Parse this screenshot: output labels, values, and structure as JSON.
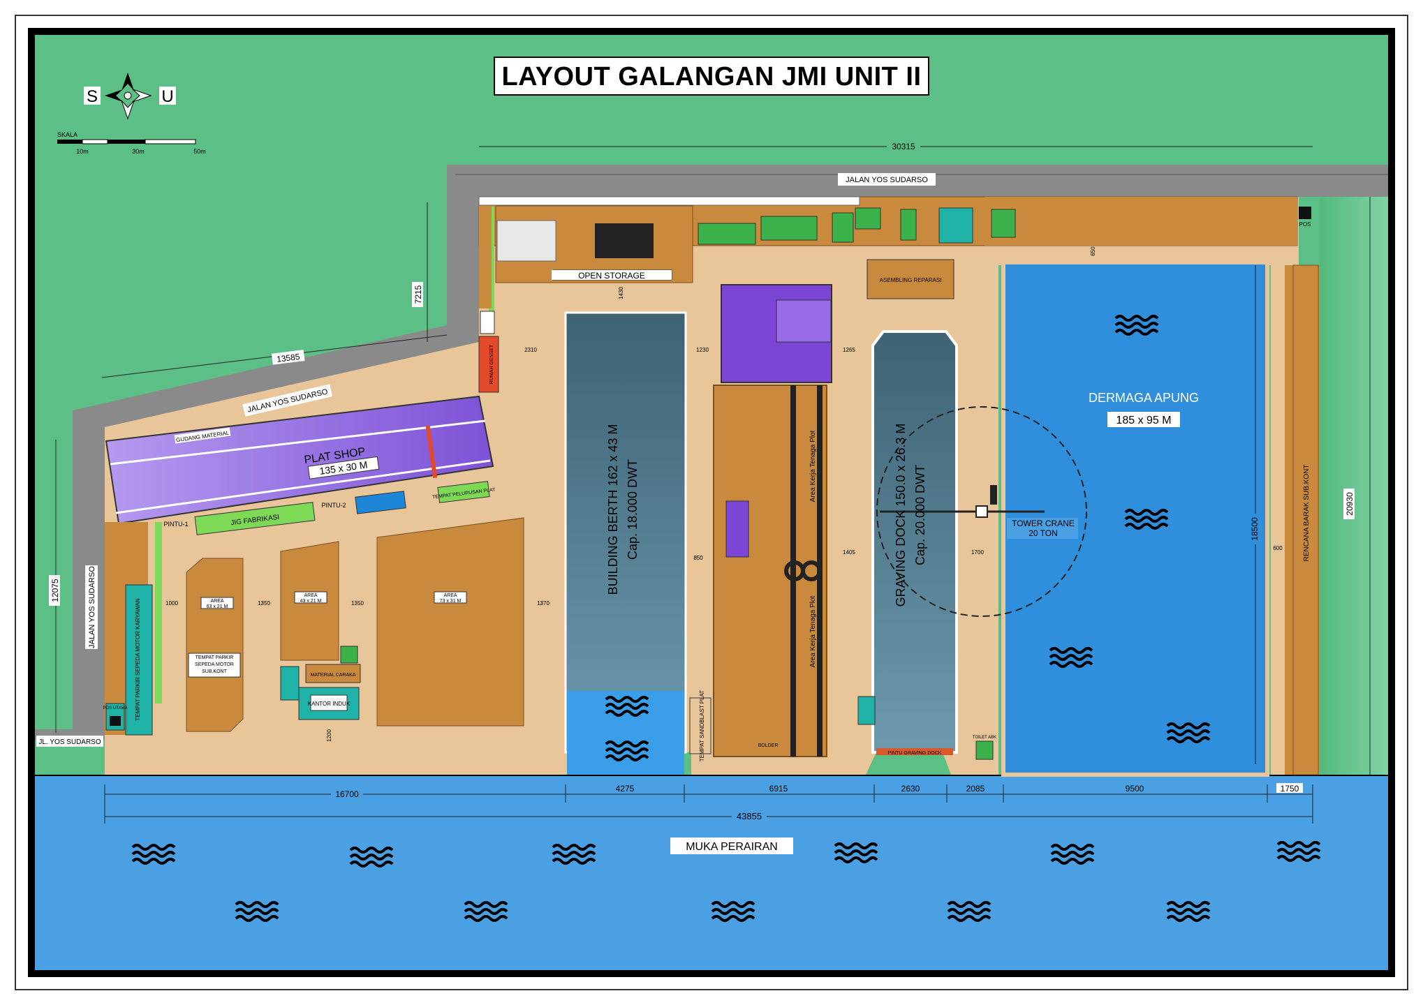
{
  "title": "LAYOUT  GALANGAN JMI UNIT II",
  "compass": {
    "left": "S",
    "right": "U"
  },
  "scale": {
    "label": "SKALA",
    "ticks": [
      "10m",
      "30m",
      "50m"
    ]
  },
  "roads": {
    "top": "JALAN YOS SUDARSO",
    "diagonal": "JALAN YOS SUDARSO",
    "left": "JALAN YOS SUDARSO",
    "bottom_left": "JL. YOS SUDARSO"
  },
  "buildings": {
    "plat_shop": {
      "name": "PLAT SHOP",
      "size": "135 x 30 M"
    },
    "gudang_material": "GUDANG MATERIAL",
    "jig_fabrikasi": "JIG FABRIKASI",
    "tempat_pelurusan_plat": "TEMPAT PELURUSAN PLAT",
    "open_storage": "OPEN  STORAGE",
    "asembling_reparasi": "ASEMBLING REPARASI",
    "kantor_induk": "KANTOR INDUK",
    "material_caraka": "MATERIAL CARAKA",
    "rumah_genset": "RUMAH GENSET",
    "pos": "POS",
    "pos_utama": "POS UTAMA",
    "toilet": "TOILET ABK",
    "tempat_sandblast": "TEMPAT SANDBLAST PLAT",
    "tempat_parkir_motor": "TEMPAT PARKIR SEPEDA MOTOR KARYAWAN",
    "rencana_barak": "RENCANA BARAK SUB.KONT",
    "area_kerja_1": "Area  Kerja  Tenaga  Plot",
    "area_kerja_2": "Area  Kerja  Tenaga  Plot",
    "bolder": "BOLDER",
    "pintu_graving": "PINTU GRAVING DOCK",
    "pintu_1": "PINTU-1",
    "pintu_2": "PINTU-2"
  },
  "areas": {
    "a1": {
      "name": "AREA",
      "size": "63 x 21 M",
      "note": "TEMPAT PARKIR SEPEDA MOTOR SUB.KONT"
    },
    "a2": {
      "name": "AREA",
      "size": "43 x 21 M"
    },
    "a3": {
      "name": "AREA",
      "size": "73 x 31 M"
    }
  },
  "building_berth": {
    "name": "BUILDING BERTH  162 x 43 M",
    "cap": "Cap. 18.000 DWT"
  },
  "graving_dock": {
    "name": "GRAVING DOCK  150.0 x 26.3 M",
    "cap": "Cap.  20.000 DWT"
  },
  "dermaga_apung": {
    "name": "DERMAGA APUNG",
    "size": "185 x 95 M"
  },
  "tower_crane": {
    "name": "TOWER CRANE",
    "capacity": "20 TON"
  },
  "muka_perairan": "MUKA PERAIRAN",
  "dimensions": {
    "top_width": "30315",
    "d7215": "7215",
    "d13585": "13585",
    "d12075": "12075",
    "d20930": "20930",
    "d18500": "18500",
    "d1430": "1430",
    "d2310": "2310",
    "d1230": "1230",
    "d1265": "1265",
    "d1405": "1405",
    "d1700": "1700",
    "d1000": "1000",
    "d1350a": "1350",
    "d1350b": "1350",
    "d1370": "1370",
    "d850": "850",
    "d600": "600",
    "d650": "650",
    "d1200": "1200",
    "bottom_total": "43855",
    "bottom": [
      "16700",
      "4275",
      "6915",
      "2630",
      "2085",
      "9500",
      "1750"
    ]
  },
  "colors": {
    "grass": "#5cbf85",
    "ground": "#e9c59a",
    "road": "#8a8a8a",
    "water": "#4aa0e2",
    "dock_water": "#4d7a8c",
    "building": "#a07ae0",
    "platform": "#c98a3d",
    "green_box": "#3cb34a",
    "teal": "#1fb3a8"
  }
}
